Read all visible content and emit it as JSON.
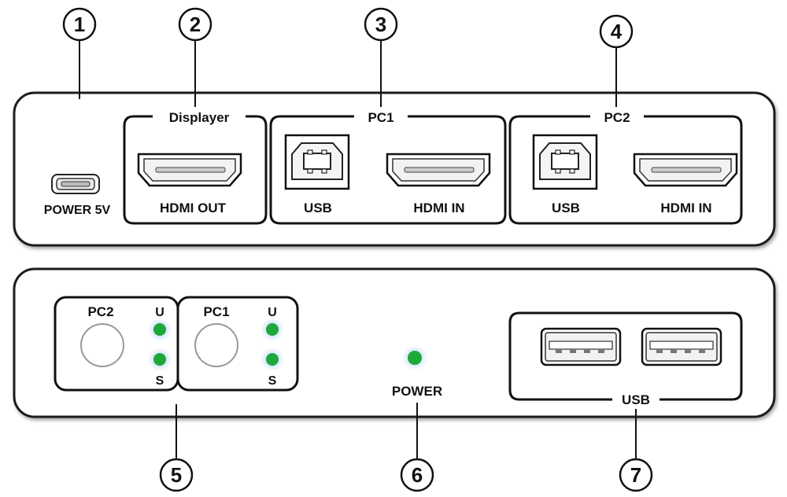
{
  "callouts": [
    "1",
    "2",
    "3",
    "4",
    "5",
    "6",
    "7"
  ],
  "rear_panel": {
    "power_port_label": "POWER 5V",
    "displayer": {
      "group_label": "Displayer",
      "port_label": "HDMI OUT"
    },
    "pc1": {
      "group_label": "PC1",
      "usb_label": "USB",
      "hdmi_label": "HDMI IN"
    },
    "pc2": {
      "group_label": "PC2",
      "usb_label": "USB",
      "hdmi_label": "HDMI IN"
    }
  },
  "front_panel": {
    "pc2_button": {
      "label": "PC2",
      "led_u": "U",
      "led_s": "S"
    },
    "pc1_button": {
      "label": "PC1",
      "led_u": "U",
      "led_s": "S"
    },
    "power_led_label": "POWER",
    "usb_group_label": "USB"
  },
  "colors": {
    "led_green": "#1fa83a",
    "led_glow": "#7fb8ff",
    "panel_border": "#1a1a1a"
  }
}
